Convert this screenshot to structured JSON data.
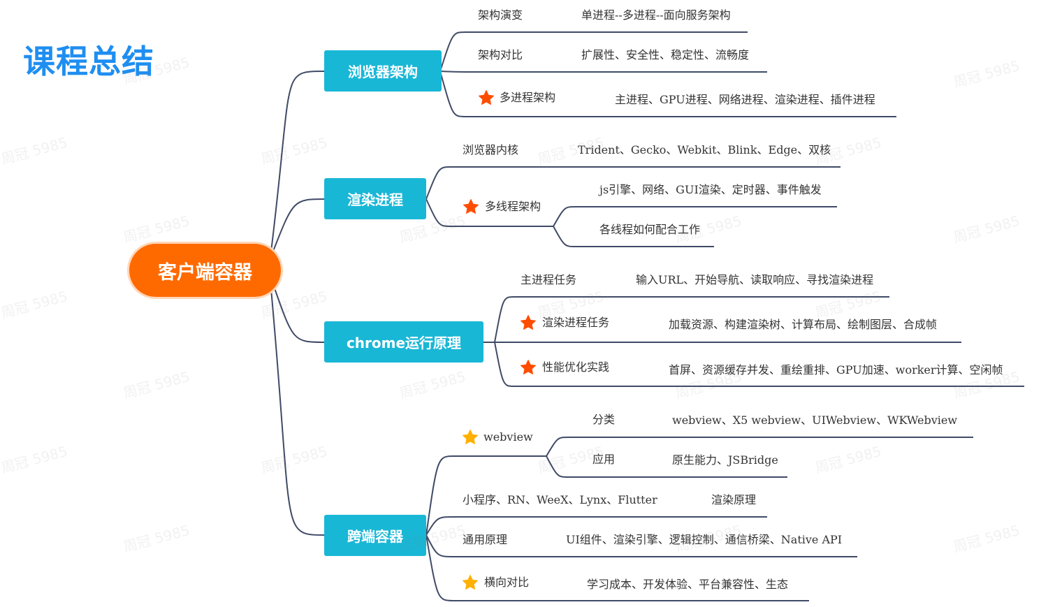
{
  "title": "课程总结",
  "root": "客户端容器",
  "watermark": "周冠 5985",
  "colors": {
    "title": "#1f8ef1",
    "root": "#ff6a00",
    "branch": "#19b7d6",
    "line": "#3f4a66",
    "star_red": "#ff4d00",
    "star_gold": "#ffb000"
  },
  "branches": [
    {
      "label": "浏览器架构",
      "nodes": [
        {
          "label": "架构演变",
          "detail": "单进程--多进程--面向服务架构"
        },
        {
          "label": "架构对比",
          "detail": "扩展性、安全性、稳定性、流畅度"
        },
        {
          "label": "多进程架构",
          "star": "red",
          "detail": "主进程、GPU进程、网络进程、渲染进程、插件进程"
        }
      ]
    },
    {
      "label": "渲染进程",
      "nodes": [
        {
          "label": "浏览器内核",
          "detail": "Trident、Gecko、Webkit、Blink、Edge、双核"
        },
        {
          "label": "多线程架构",
          "star": "red",
          "children": [
            "js引擎、网络、GUI渲染、定时器、事件触发",
            "各线程如何配合工作"
          ]
        }
      ]
    },
    {
      "label": "chrome运行原理",
      "nodes": [
        {
          "label": "主进程任务",
          "detail": "输入URL、开始导航、读取响应、寻找渲染进程"
        },
        {
          "label": "渲染进程任务",
          "star": "red",
          "detail": "加载资源、构建渲染树、计算布局、绘制图层、合成帧"
        },
        {
          "label": "性能优化实践",
          "star": "red",
          "detail": "首屏、资源缓存并发、重绘重排、GPU加速、worker计算、空闲帧"
        }
      ]
    },
    {
      "label": "跨端容器",
      "nodes": [
        {
          "label": "webview",
          "star": "gold",
          "children": [
            {
              "label": "分类",
              "detail": "webview、X5 webview、UIWebview、WKWebview"
            },
            {
              "label": "应用",
              "detail": "原生能力、JSBridge"
            }
          ]
        },
        {
          "label": "小程序、RN、WeeX、Lynx、Flutter",
          "detail": "渲染原理"
        },
        {
          "label": "通用原理",
          "detail": "UI组件、渲染引擎、逻辑控制、通信桥梁、Native API"
        },
        {
          "label": "横向对比",
          "star": "gold",
          "detail": "学习成本、开发体验、平台兼容性、生态"
        }
      ]
    }
  ]
}
